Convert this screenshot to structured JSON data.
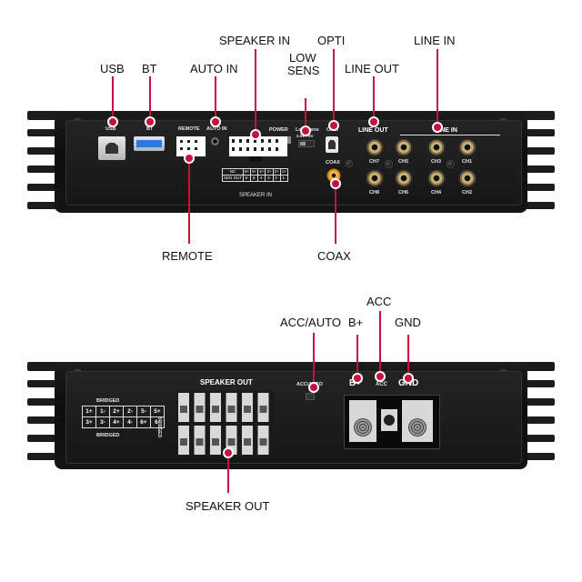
{
  "top_callouts": {
    "usb": "USB",
    "bt": "BT",
    "auto_in": "AUTO IN",
    "speaker_in": "SPEAKER IN",
    "low_sens_line1": "LOW",
    "low_sens_line2": "SENS",
    "opti": "OPTI",
    "line_out": "LINE OUT",
    "line_in": "LINE IN",
    "remote": "REMOTE",
    "coax": "COAX"
  },
  "top_panel": {
    "usb": "USB",
    "bt": "BT",
    "remote": "REMOTE",
    "auto_in": "AUTO IN",
    "power": "POWER",
    "low_sens": "Low Sens",
    "low_sens_values": "2.5V / 5V",
    "opti": "OPTI",
    "coax": "COAX",
    "line_out": "LINE OUT",
    "line_in": "LINE IN",
    "speaker_in": "SPEAKER IN",
    "channels_top": [
      "CH7",
      "CH5",
      "CH3",
      "CH1"
    ],
    "channels_bottom": [
      "CH8",
      "CH6",
      "CH4",
      "CH2"
    ],
    "pin_table": {
      "row1": [
        "NC",
        "6+",
        "5+",
        "4+",
        "3+",
        "2+",
        "1+"
      ],
      "row2": [
        "SEN OUT",
        "6-",
        "5-",
        "4-",
        "3-",
        "2-",
        "1-"
      ]
    }
  },
  "bottom_callouts": {
    "acc_auto": "ACC/AUTO",
    "b_plus": "B+",
    "acc": "ACC",
    "gnd": "GND",
    "speaker_out": "SPEAKER OUT"
  },
  "bottom_panel": {
    "speaker_out": "SPEAKER OUT",
    "acc_auto": "ACC/AUTO",
    "b_plus": "B+",
    "acc": "ACC",
    "gnd": "GND",
    "bridged": "BRIDGED",
    "row1": [
      "1+",
      "1-",
      "2+",
      "2-",
      "5-",
      "5+"
    ],
    "row2": [
      "3+",
      "3-",
      "4+",
      "4-",
      "6+",
      "6-"
    ]
  },
  "colors": {
    "accent": "#c8103e",
    "chassis": "#141414",
    "rca_gold": "#c9b176",
    "usb_blue": "#2a7be0",
    "coax_orange": "#e08a10"
  }
}
